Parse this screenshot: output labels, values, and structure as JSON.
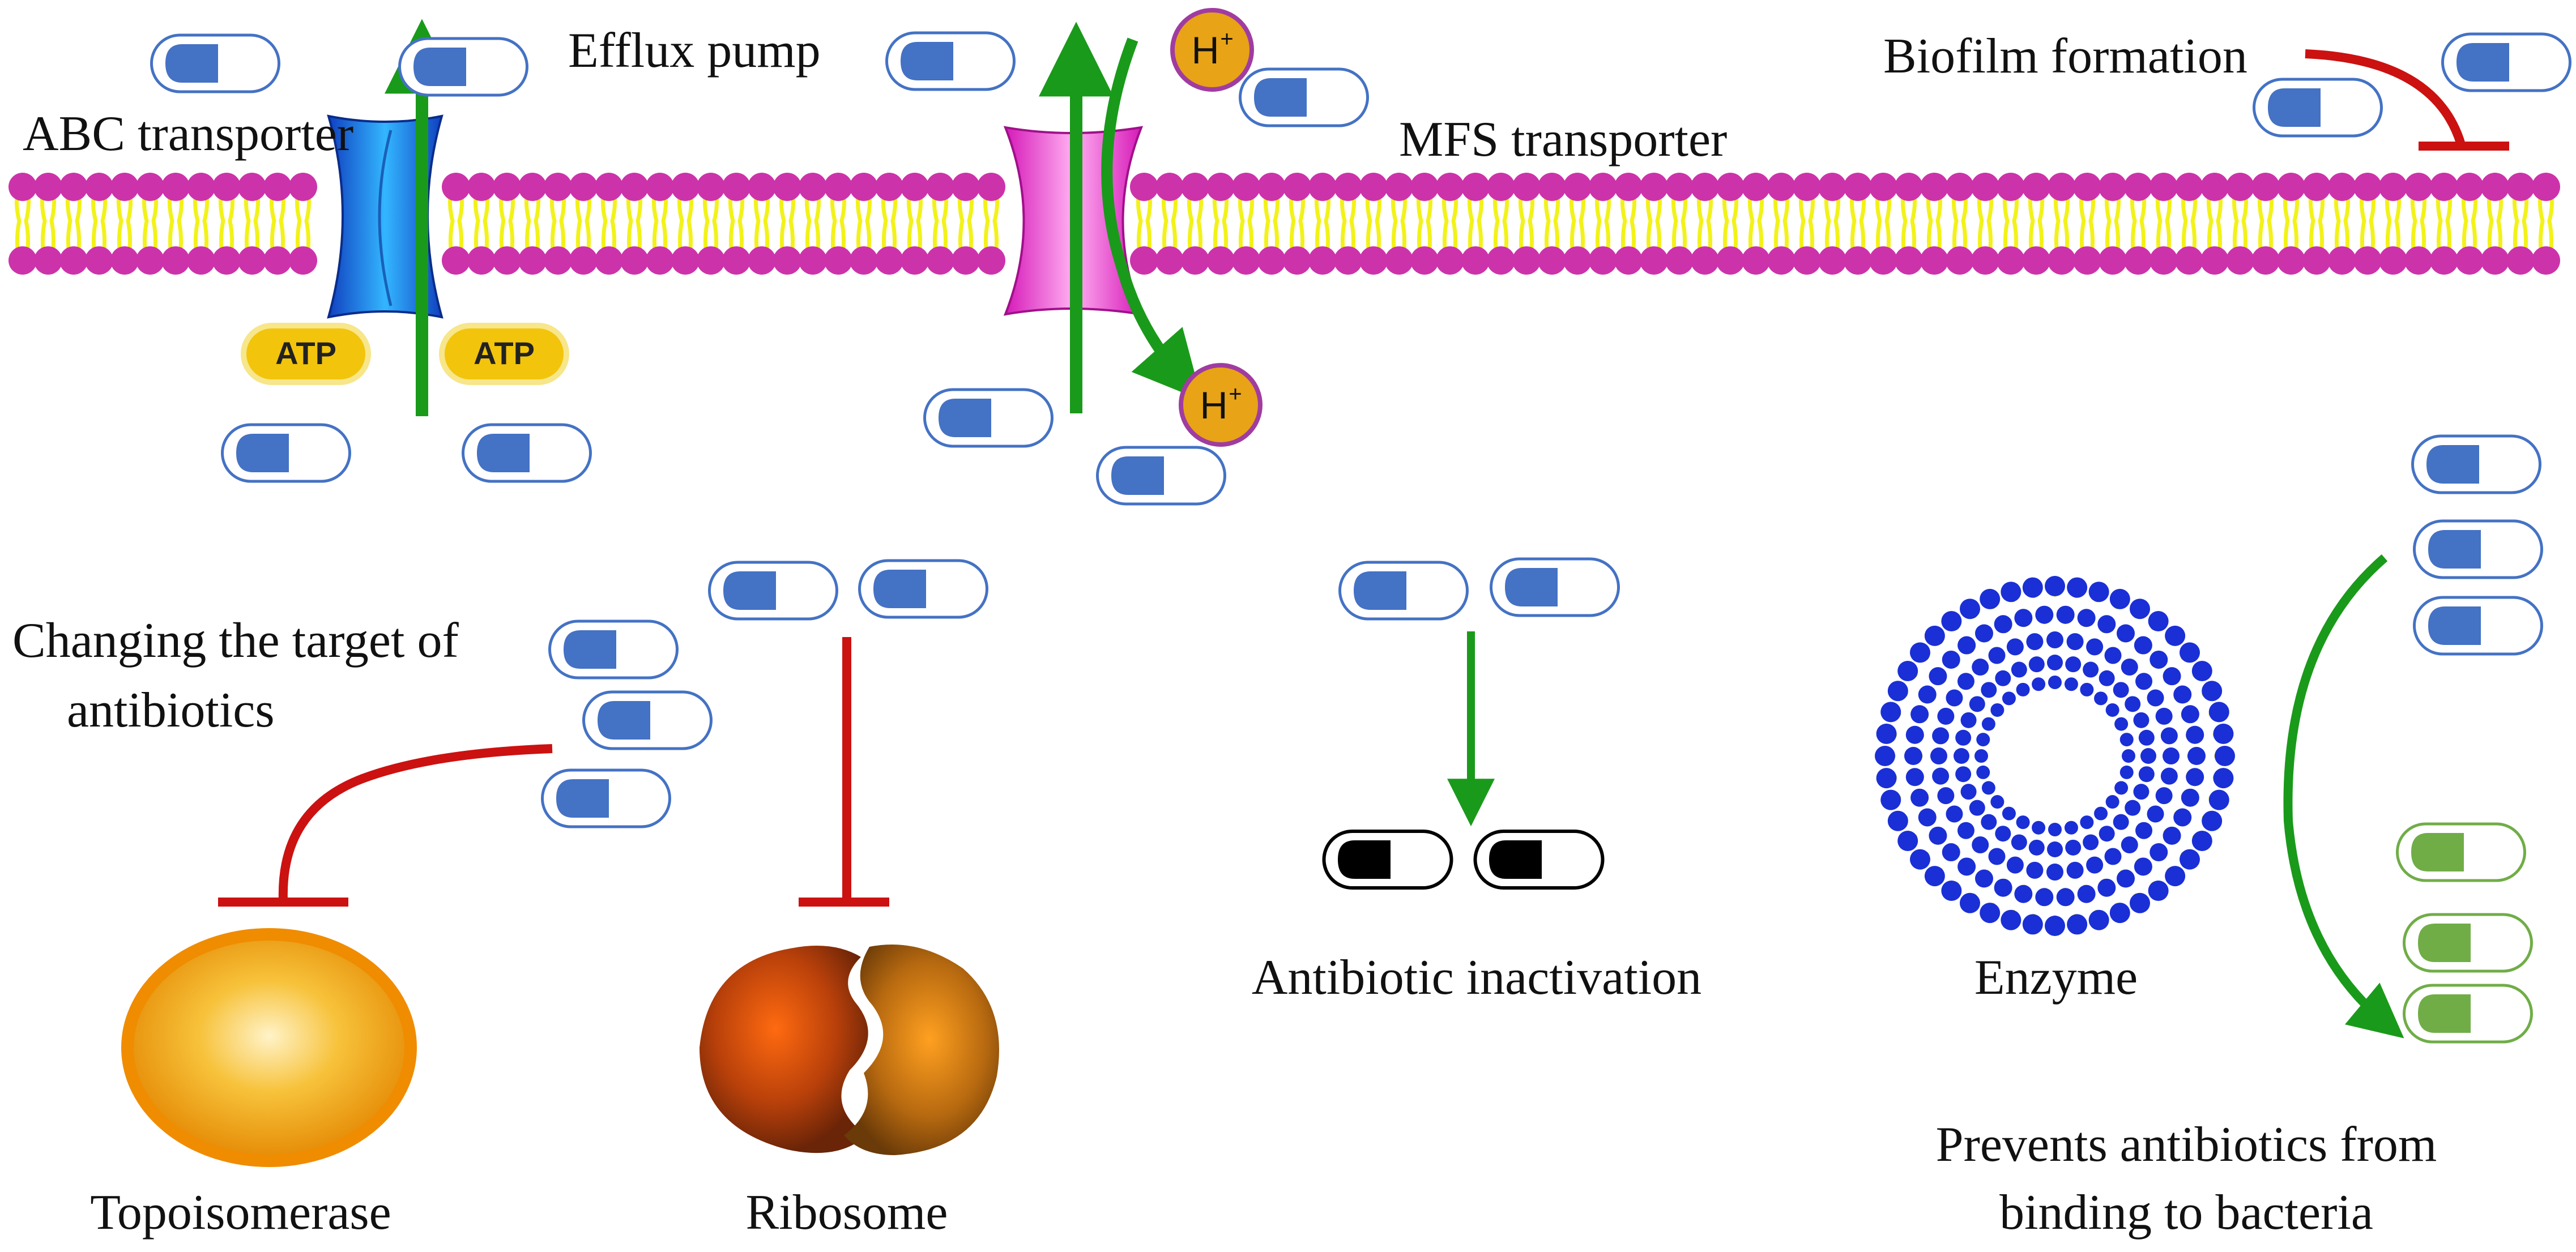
{
  "labels": {
    "abc_transporter": "ABC transporter",
    "efflux_pump": "Efflux pump",
    "mfs_transporter": "MFS transporter",
    "biofilm_formation": "Biofilm formation",
    "changing_target_line1": "Changing the target of",
    "changing_target_line2": "antibiotics",
    "topoisomerase": "Topoisomerase",
    "ribosome": "Ribosome",
    "antibiotic_inactivation": "Antibiotic inactivation",
    "enzyme": "Enzyme",
    "prevents_line1": "Prevents antibiotics from",
    "prevents_line2": "binding to bacteria",
    "atp": "ATP",
    "proton": "H",
    "proton_charge": "+"
  },
  "colors": {
    "antibiotic_blue": "#4472c4",
    "antibiotic_inactive": "#000000",
    "antibiotic_green": "#70ad47",
    "membrane_head": "#cc33aa",
    "membrane_tail": "#f2f21a",
    "inhibition_red": "#cc1111",
    "flow_green": "#1a9a1a",
    "abc_transporter": "#1e7fd6",
    "mfs_transporter": "#ff55dd",
    "proton_fill": "#e8a317",
    "atp_fill": "#f2c40c",
    "topoisomerase": "#f5a623",
    "ribosome": "#a0420f",
    "vesicle_blue": "#1a2fd6"
  }
}
